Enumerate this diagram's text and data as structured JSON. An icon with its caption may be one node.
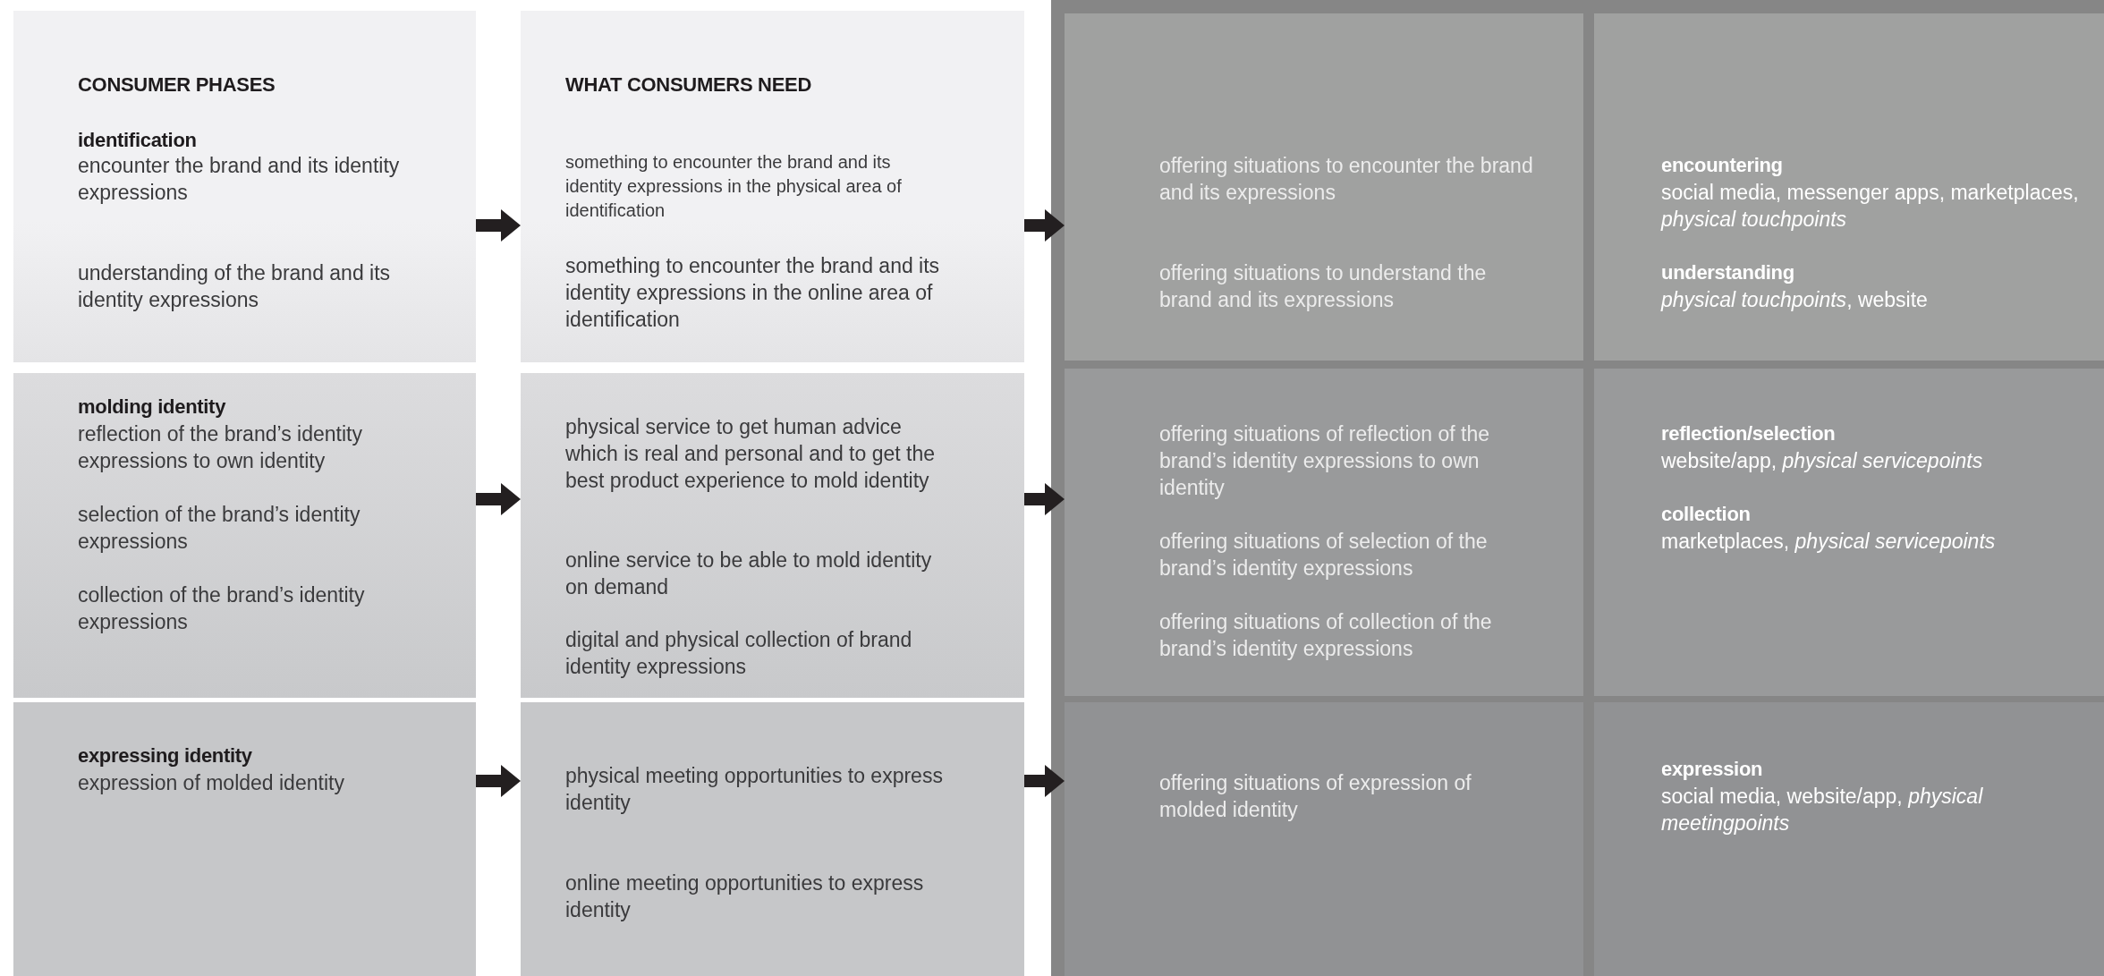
{
  "diagram": {
    "nodes": [
      {
        "text": [
          "CONSUMER PHASES",
          "identification",
          "encounter the brand and its identity expressions",
          "understanding of the brand and its identity expressions"
        ]
      },
      {
        "text": [
          "WHAT CONSUMERS NEED",
          "something to encounter the brand and its identity expressions in the physical area of identification",
          "something to encounter the brand and its identity expressions in the online area of identification"
        ]
      },
      {
        "text": [
          "offering situations to encounter the brand and its expressions",
          "offering situations to understand the brand and its expressions"
        ]
      },
      {
        "text": [
          "encountering",
          "social media, messenger apps, marketplaces, *physical touchpoints*",
          "understanding",
          "*physical touchpoints*, website"
        ]
      },
      {
        "text": [
          "molding identity",
          "reflection of the brand’s identity expressions to own identity",
          "selection of the brand’s identity expressions",
          "collection of the brand’s identity expressions"
        ]
      },
      {
        "text": [
          "physical service to get human advice which is real and personal and to get the best product experience to mold identity",
          "online service to be able to mold identity on demand",
          "digital and physical collection of brand identity expressions"
        ]
      },
      {
        "text": [
          "offering situations of reflection of the brand’s identity expressions to own identity",
          "offering situations of selection of the brand’s identity expressions",
          "offering situations of collection of the brand’s identity expressions"
        ]
      },
      {
        "text": [
          "reflection/selection",
          "website/app, *physical servicepoints*",
          "collection",
          "marketplaces, *physical servicepoints*"
        ]
      },
      {
        "text": [
          "expressing identity",
          "expression of molded identity"
        ]
      },
      {
        "text": [
          "physical meeting opportunities to express identity",
          "online meeting opportunities to express identity"
        ]
      },
      {
        "text": [
          "offering situations of expression of molded identity"
        ]
      },
      {
        "text": [
          "expression",
          "social media, website/app, *physical meetingpoints*"
        ]
      }
    ],
    "edges": [
      {
        "from": 0,
        "to": 1,
        "arrow": "to"
      },
      {
        "from": 1,
        "to": 2,
        "arrow": "to"
      },
      {
        "from": 4,
        "to": 5,
        "arrow": "to"
      },
      {
        "from": 5,
        "to": 6,
        "arrow": "to"
      },
      {
        "from": 8,
        "to": 9,
        "arrow": "to"
      },
      {
        "from": 9,
        "to": 10,
        "arrow": "to"
      }
    ]
  }
}
